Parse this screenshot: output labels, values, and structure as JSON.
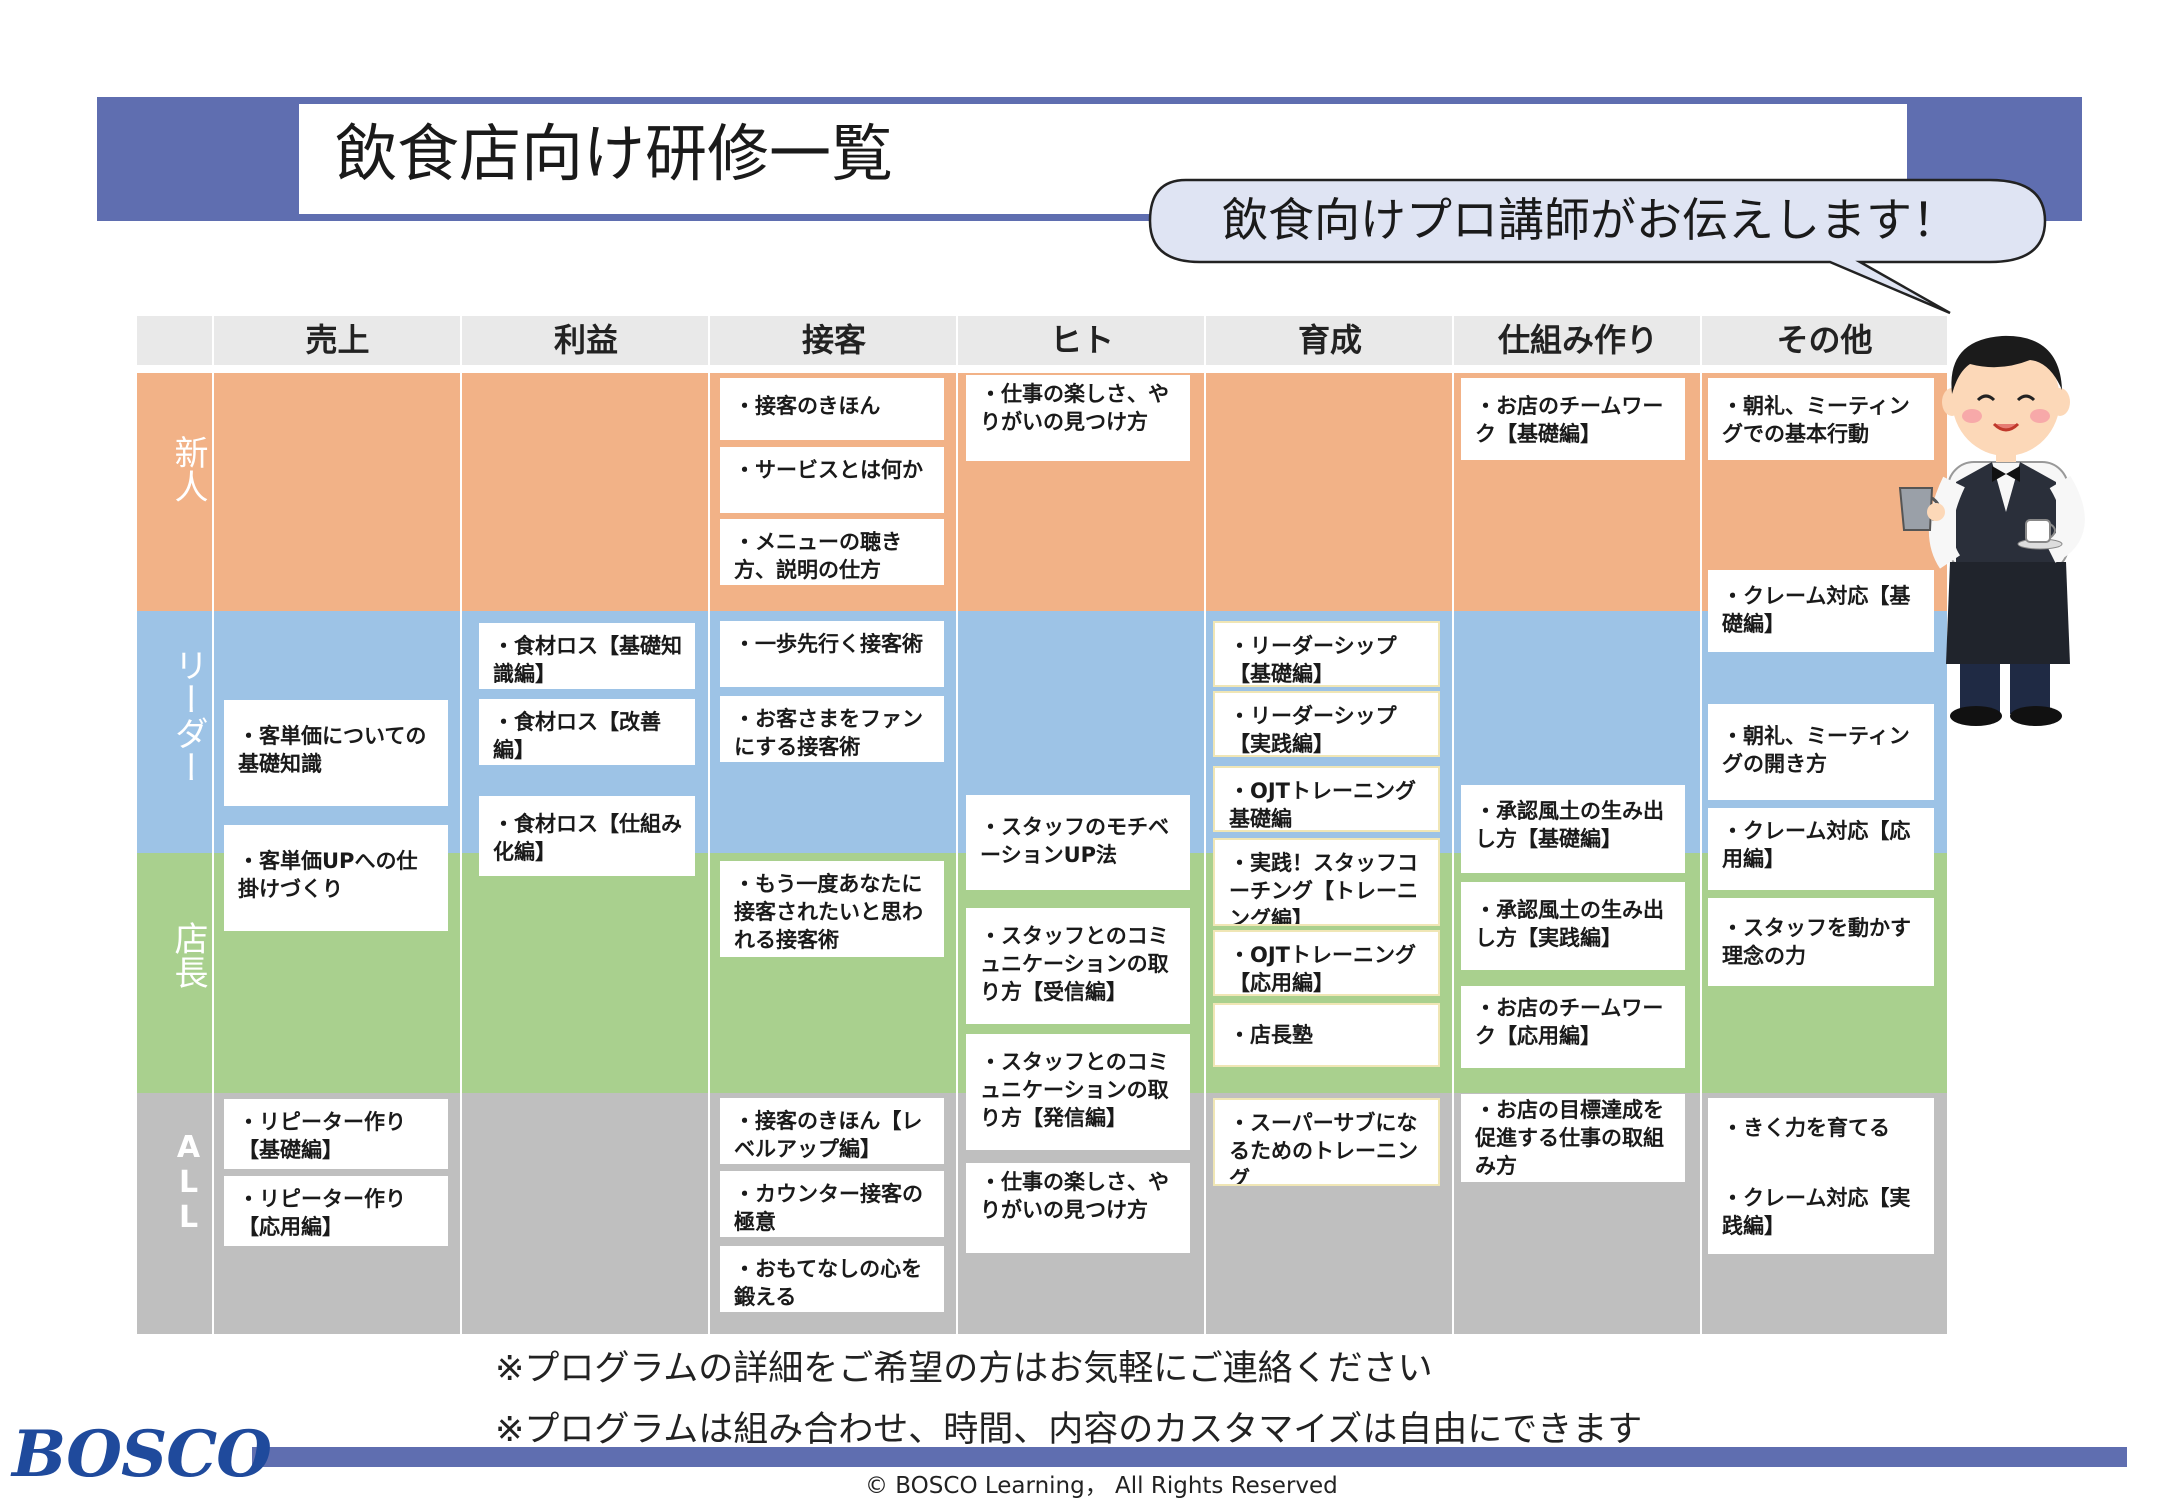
{
  "title": "飲食店向け研修一覧",
  "speech_bubble": "飲食向けプロ講師がお伝えします！",
  "columns": [
    "売上",
    "利益",
    "接客",
    "ヒト",
    "育成",
    "仕組み作り",
    "その他"
  ],
  "rows": [
    "新人",
    "リーダー",
    "店長",
    "ALL"
  ],
  "courses": {
    "sales_1": "・客単価についての基礎知識",
    "sales_2": "・客単価UPへの仕掛けづくり",
    "sales_3": "・リピーター作り【基礎編】",
    "sales_4": "・リピーター作り【応用編】",
    "profit_1": "・食材ロス【基礎知識編】",
    "profit_2": "・食材ロス【改善編】",
    "profit_3": "・食材ロス【仕組み化編】",
    "service_1": "・接客のきほん",
    "service_2": "・サービスとは何か",
    "service_3": "・メニューの聴き方、説明の仕方",
    "service_4": "・一歩先行く接客術",
    "service_5": "・お客さまをファンにする接客術",
    "service_6": "・もう一度あなたに接客されたいと思われる接客術",
    "service_7": "・接客のきほん【レベルアップ編】",
    "service_8": "・カウンター接客の極意",
    "service_9": "・おもてなしの心を鍛える",
    "people_1": "・仕事の楽しさ、やりがいの見つけ方",
    "people_2": "・スタッフのモチベーションUP法",
    "people_3": "・スタッフとのコミュニケーションの取り方【受信編】",
    "people_4": "・スタッフとのコミュニケーションの取り方【発信編】",
    "people_5": "・仕事の楽しさ、やりがいの見つけ方",
    "training_1": "・リーダーシップ【基礎編】",
    "training_2": "・リーダーシップ【実践編】",
    "training_3": "・OJTトレーニング　基礎編",
    "training_4": "・実践！スタッフコーチング【トレーニング編】",
    "training_5": "・OJTトレーニング【応用編】",
    "training_6": "・店長塾",
    "training_7": "・スーパーサブになるためのトレーニング",
    "system_1": "・お店のチームワーク【基礎編】",
    "system_2": "・承認風土の生み出し方【基礎編】",
    "system_3": "・承認風土の生み出し方【実践編】",
    "system_4": "・お店のチームワーク【応用編】",
    "system_5": "・お店の目標達成を促進する仕事の取組み方",
    "other_1": "・朝礼、ミーティングでの基本行動",
    "other_2": "・クレーム対応【基礎編】",
    "other_3": "・朝礼、ミーティングの開き方",
    "other_4": "・クレーム対応【応用編】",
    "other_5": "・スタッフを動かす理念の力",
    "other_6": "・きく力を育てる",
    "other_7": "・クレーム対応【実践編】"
  },
  "notes": [
    "※プログラムの詳細をご希望の方はお気軽にご連絡ください",
    "※プログラムは組み合わせ、時間、内容のカスタマイズは自由にできます"
  ],
  "logo": "BOSCO",
  "copyright": "©  BOSCO Learning，  All Rights Reserved",
  "colors": {
    "accent": "#5f6eb0",
    "row_new": "#f2b287",
    "row_leader": "#9dc3e6",
    "row_manager": "#a9d08e",
    "row_all": "#bfbfbf",
    "logo": "#1f4a9c"
  }
}
